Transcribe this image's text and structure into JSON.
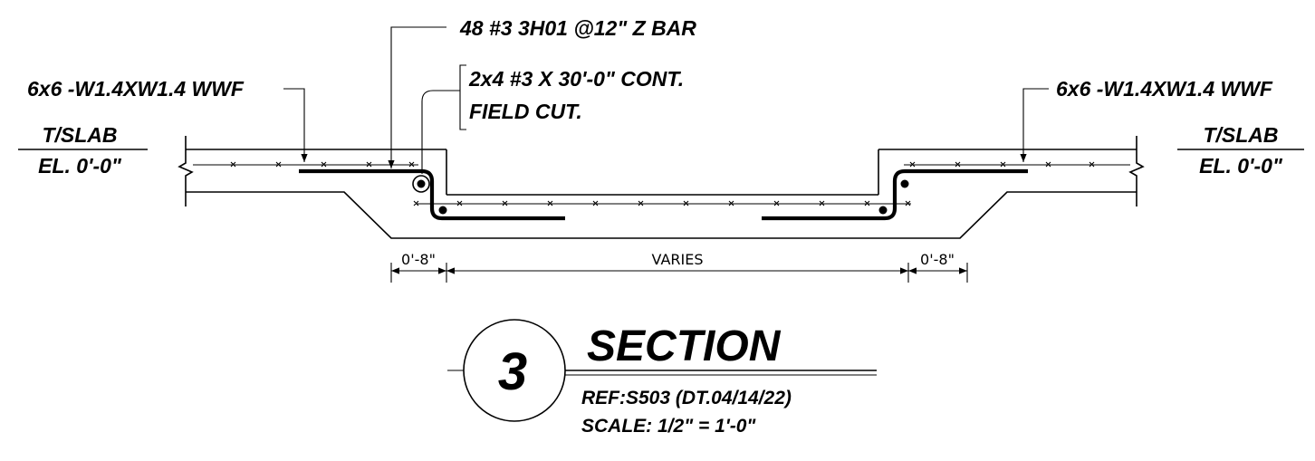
{
  "callouts": {
    "zbar": "48 #3 3H01 @12\" Z BAR",
    "wwf_left": "6x6 -W1.4XW1.4 WWF",
    "wwf_right": "6x6 -W1.4XW1.4 WWF",
    "cont_line1": "2x4 #3 X 30'-0\"  CONT.",
    "cont_line2": "FIELD CUT."
  },
  "elevation": {
    "left_top": "T/SLAB",
    "left_bottom": "EL. 0'-0\"",
    "right_top": "T/SLAB",
    "right_bottom": "EL. 0'-0\""
  },
  "dimensions": {
    "left": "0'-8\"",
    "middle": "VARIES",
    "right": "0'-8\""
  },
  "section_tag": {
    "number": "3",
    "title": "SECTION",
    "reference": "REF:S503 (DT.04/14/22)",
    "scale": "SCALE: 1/2\" = 1'-0\""
  }
}
